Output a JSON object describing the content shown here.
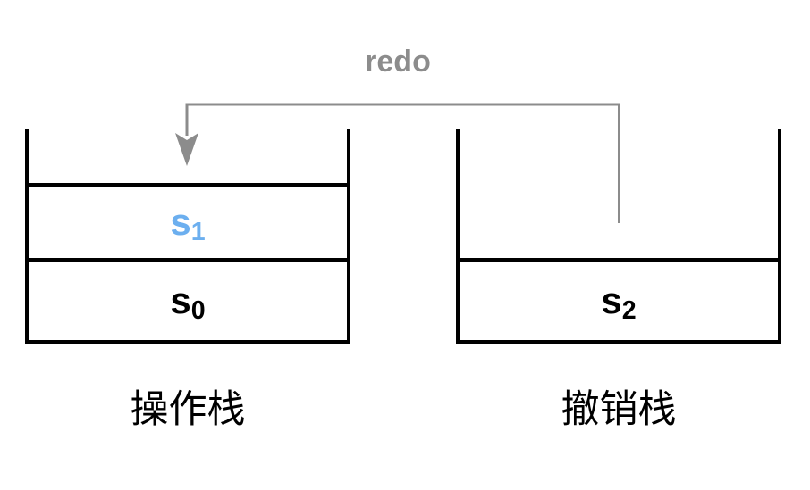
{
  "diagram": {
    "title_text": "redo",
    "background_color": "#ffffff",
    "connector": {
      "label": "redo",
      "label_color": "#8c8c8c",
      "line_color": "#8c8c8c",
      "line_width": 3,
      "arrow_name": "redo-arrow",
      "direction": "right-to-left",
      "from_stack": "undo-stack",
      "to_stack": "operation-stack"
    },
    "stacks": [
      {
        "id": "operation-stack",
        "caption": "操作栈",
        "caption_meaning": "operation-stack",
        "border_color": "#000000",
        "slots": [
          {
            "type": "empty",
            "label": ""
          },
          {
            "type": "filled",
            "label_base": "s",
            "label_sub": "1",
            "color": "#6cafef"
          },
          {
            "type": "filled",
            "label_base": "s",
            "label_sub": "0",
            "color": "#000000"
          }
        ]
      },
      {
        "id": "undo-stack",
        "caption": "撤销栈",
        "caption_meaning": "undo-stack",
        "border_color": "#000000",
        "slots": [
          {
            "type": "empty",
            "label": ""
          },
          {
            "type": "filled",
            "label_base": "s",
            "label_sub": "2",
            "color": "#000000"
          }
        ]
      }
    ]
  }
}
